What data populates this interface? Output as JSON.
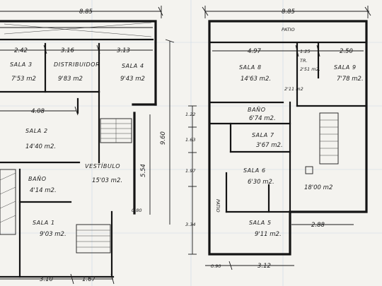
{
  "plan_left": {
    "dims": {
      "top_total": "8.85",
      "row_a": "2.42",
      "row_b": "3.16",
      "row_c": "3.13",
      "mid": "4.08",
      "height_total": "9.60",
      "right_inner": "5.54",
      "stair": "0.80",
      "bottom_a": "3.10",
      "bottom_b": "1.67"
    },
    "rooms": [
      {
        "name": "SALA 3",
        "area": "7'53 m2"
      },
      {
        "name": "DISTRIBUIDOR",
        "area": "9'83 m2"
      },
      {
        "name": "SALA 4",
        "area": "9'43 m2"
      },
      {
        "name": "SALA 2",
        "area": "14'40 m2."
      },
      {
        "name": "VESTÍBULO",
        "area": "15'03 m2."
      },
      {
        "name": "BAÑO",
        "area": "4'14 m2."
      },
      {
        "name": "SALA 1",
        "area": "9'03 m2."
      }
    ]
  },
  "plan_right": {
    "dims": {
      "top_total": "8.85",
      "row_a": "4.97",
      "row_b": "1.25",
      "row_c": "2.50",
      "left_a": "1.22",
      "left_b": "1.63",
      "left_c": "1.97",
      "left_d": "3.34",
      "bottom_right": "2.88",
      "bottom_a": "0.90",
      "bottom_b": "3.12"
    },
    "labels": {
      "patio_top": "PATIO",
      "patio_side": "PATIO"
    },
    "rooms": [
      {
        "name": "SALA 8",
        "area": "14'63 m2."
      },
      {
        "name": "TR.",
        "area": "2'51 m2."
      },
      {
        "name": "SALA 9",
        "area": "7'78 m2."
      },
      {
        "name": "",
        "area": "2'11 m2"
      },
      {
        "name": "BAÑO",
        "area": "6'74 m2."
      },
      {
        "name": "SALA 7",
        "area": "3'67 m2."
      },
      {
        "name": "SALA 6",
        "area": "6'30 m2."
      },
      {
        "name": "",
        "area": "18'00 m2"
      },
      {
        "name": "SALA 5",
        "area": "9'11 m2."
      }
    ]
  }
}
